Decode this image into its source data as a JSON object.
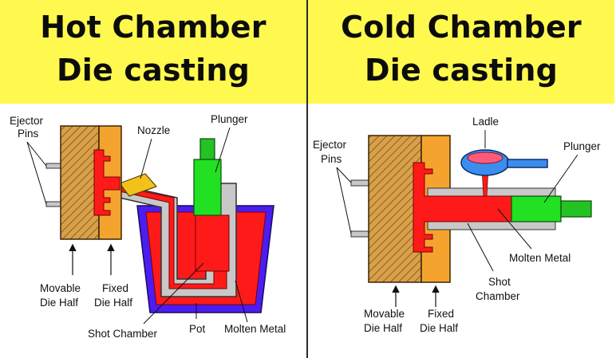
{
  "hot_chamber": {
    "title_line1": "Hot Chamber",
    "title_line2": "Die casting",
    "labels": {
      "ejector_pins_1": "Ejector",
      "ejector_pins_2": "Pins",
      "nozzle": "Nozzle",
      "plunger": "Plunger",
      "movable_die_half_1": "Movable",
      "movable_die_half_2": "Die Half",
      "fixed_die_half_1": "Fixed",
      "fixed_die_half_2": "Die Half",
      "pot": "Pot",
      "molten_metal": "Molten Metal",
      "shot_chamber": "Shot Chamber"
    }
  },
  "cold_chamber": {
    "title_line1": "Cold Chamber",
    "title_line2": "Die casting",
    "labels": {
      "ladle": "Ladle",
      "plunger": "Plunger",
      "ejector_pins_1": "Ejector",
      "ejector_pins_2": "Pins",
      "molten_metal": "Molten Metal",
      "shot_chamber_1": "Shot",
      "shot_chamber_2": "Chamber",
      "movable_die_half_1": "Movable",
      "movable_die_half_2": "Die Half",
      "fixed_die_half_1": "Fixed",
      "fixed_die_half_2": "Die Half"
    }
  },
  "colors": {
    "banner": "#fff94f",
    "die_movable": "#d8a04a",
    "die_fixed": "#f4a42e",
    "molten_metal": "#ff1a1a",
    "plunger": "#22e022",
    "pot": "#4b1df0",
    "steel": "#c8c8c8",
    "nozzle": "#f2c21a",
    "ladle": "#3c8df0"
  }
}
